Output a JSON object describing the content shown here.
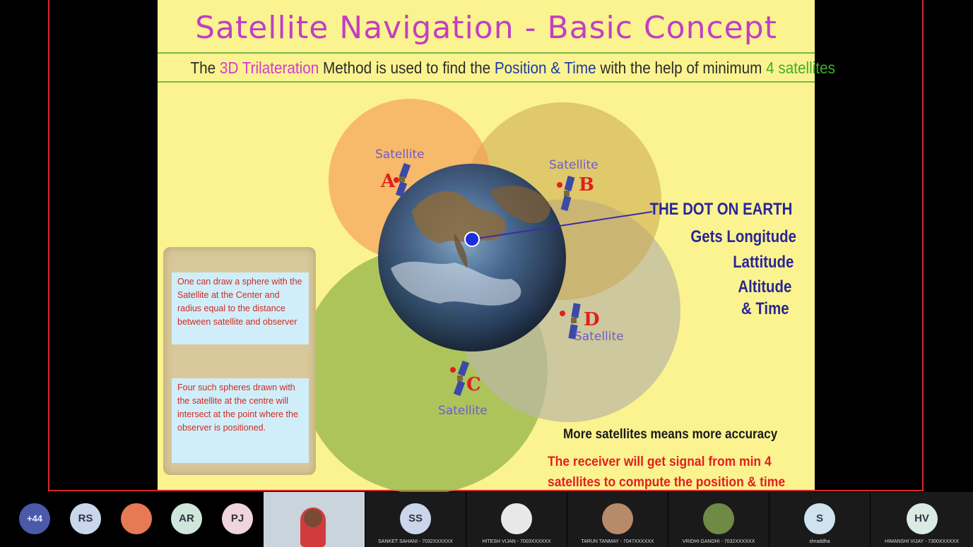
{
  "slide": {
    "title": "Satellite Navigation - Basic Concept",
    "subtitle": {
      "part1": "The ",
      "part2": "3D Trilateration",
      "part3": " Method is used to find the ",
      "part4": "Position & Time",
      "part5": " with the help of minimum ",
      "part6": "4 satellites"
    },
    "satellites": [
      {
        "letter": "A",
        "label": "Satellite",
        "color": "#f5a05a"
      },
      {
        "letter": "B",
        "label": "Satellite",
        "color": "#c9a64f"
      },
      {
        "letter": "C",
        "label": "Satellite",
        "color": "#8fb247"
      },
      {
        "letter": "D",
        "label": "Satellite",
        "color": "#bdb7a4"
      }
    ],
    "dot_label": "THE DOT ON EARTH",
    "gets": [
      "Gets Longitude",
      "Lattitude",
      "Altitude",
      "& Time"
    ],
    "info_boxes": [
      "One can draw a sphere with the Satellite at the Center and radius equal to the distance between satellite and observer",
      "Four such spheres drawn with the satellite at the centre will intersect at the point where the observer is positioned."
    ],
    "accuracy_note": "More satellites means more accuracy",
    "receiver_note": "The receiver will get signal from min 4 satellites to compute the position & time"
  },
  "participants": {
    "overflow_count": "+44",
    "avatars": [
      "RS",
      "AR",
      "PJ"
    ],
    "tiles": [
      {
        "initials": "SS",
        "name": "SANKET SAHANI - 7032XXXXXX"
      },
      {
        "initials": "",
        "name": "HITESH VIJAN - 7003XXXXXX"
      },
      {
        "initials": "",
        "name": "TARUN TANMAY - 7047XXXXXX"
      },
      {
        "initials": "",
        "name": "VRIDHI GANDHI - 7032XXXXXX"
      },
      {
        "initials": "S",
        "name": "shraddha"
      },
      {
        "initials": "HV",
        "name": "HIMANSHI VIJAY - 7300XXXXXX"
      }
    ]
  },
  "colors": {
    "title": "#c23fc3",
    "slide_bg": "#fbf38f",
    "frame_border": "#d8262a"
  }
}
